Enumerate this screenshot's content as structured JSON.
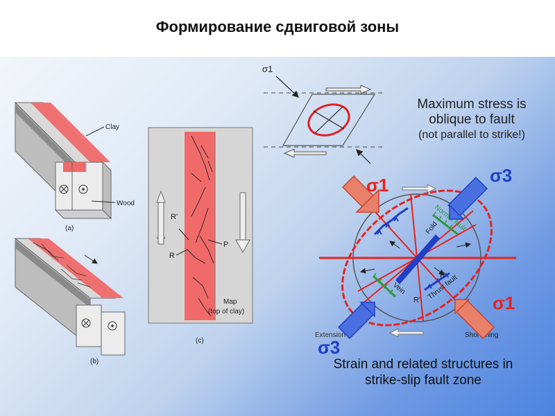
{
  "slide": {
    "title": "Формирование сдвиговой зоны"
  },
  "left_figure": {
    "clay_label": "Clay",
    "wood_label": "Wood",
    "cross_symbol": "⊗",
    "dot_symbol": "⊙",
    "caption_a": "(a)",
    "caption_b": "(b)",
    "caption_c": "(c)",
    "r_prime": "R'",
    "r": "R",
    "p": "P",
    "map_line1": "Map",
    "map_line2": "(top of clay)"
  },
  "stress_diagram": {
    "sigma1_label": "σ1",
    "text_line1": "Maximum stress is",
    "text_line2": "oblique to fault",
    "text_line3": "(not parallel to strike!)"
  },
  "strain_ellipse": {
    "sigma1_top": "σ1",
    "sigma3_top": "σ3",
    "sigma1_bottom": "σ1",
    "sigma3_bottom": "σ3",
    "normal_fault": "Normal fault",
    "fold": "Fold",
    "vein": "Vein",
    "thrust_fault": "Thrust fault",
    "r": "R",
    "r_prime": "R'",
    "extension": "Extension",
    "shortening": "Shortening",
    "caption_line1": "Strain and related structures in",
    "caption_line2": "strike-slip fault zone"
  },
  "colors": {
    "clay_red": "#f06a6a",
    "sigma_red": "#e8221e",
    "sigma_blue": "#1f3fc7",
    "arrow_orange": "#e8806a",
    "arrow_blue": "#4a6fe0",
    "vein_green": "#2e9a3a"
  }
}
